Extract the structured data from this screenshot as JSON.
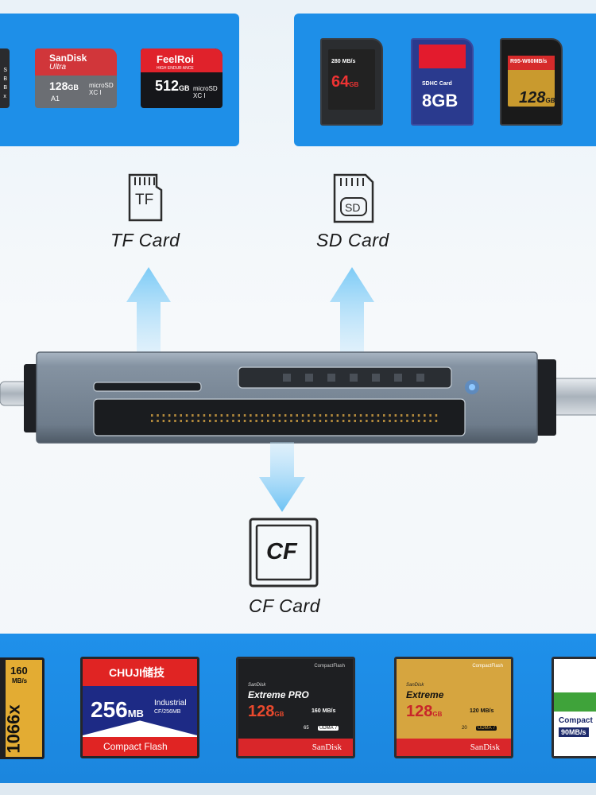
{
  "top_left_cards": [
    {
      "brand": "SanDisk",
      "sub": "Ultra",
      "capacity": "128",
      "unit": "GB",
      "marks": "microSD XC I",
      "class": "A1"
    },
    {
      "brand": "FeelRoi",
      "sub": "HIGH ENDUR ANCE",
      "capacity": "512",
      "unit": "GB",
      "marks": "microSD XC I"
    }
  ],
  "top_right_cards": [
    {
      "speed": "280 MB/s",
      "capacity": "64",
      "unit": "GB"
    },
    {
      "name": "SDHC Card",
      "capacity": "8GB"
    },
    {
      "speed": "R95-W60MB/s",
      "capacity": "128",
      "unit": "GB"
    }
  ],
  "slots": {
    "tf": {
      "icon_text": "TF",
      "caption": "TF Card"
    },
    "sd": {
      "icon_text": "SD",
      "caption": "SD Card"
    },
    "cf": {
      "icon_text": "CF",
      "caption": "CF Card"
    }
  },
  "bottom_cards": [
    {
      "capacity": "160",
      "speed": "MB/s",
      "rating": "1066x"
    },
    {
      "brand": "CHUJI",
      "brand_cn": "储技",
      "capacity": "256",
      "unit": "MB",
      "type": "Industrial",
      "model": "CF/256MB",
      "footer": "Compact Flash"
    },
    {
      "header": "CompactFlash",
      "brand": "SanDisk",
      "line": "Extreme PRO",
      "capacity": "128",
      "unit": "GB",
      "speed": "160 MB/s",
      "udma": "UDMA 7",
      "vpg": "65",
      "footer": "SanDisk"
    },
    {
      "header": "CompactFlash",
      "brand": "SanDisk",
      "line": "Extreme",
      "capacity": "128",
      "unit": "GB",
      "speed": "120 MB/s",
      "udma": "UDMA 7",
      "vpg": "20",
      "footer": "SanDisk"
    },
    {
      "line": "Compact",
      "speed": "90MB/s"
    }
  ],
  "colors": {
    "panel_blue": "#1e8fe8",
    "arrow_blue": "#7fcaf5",
    "led": "#2a8cff"
  }
}
